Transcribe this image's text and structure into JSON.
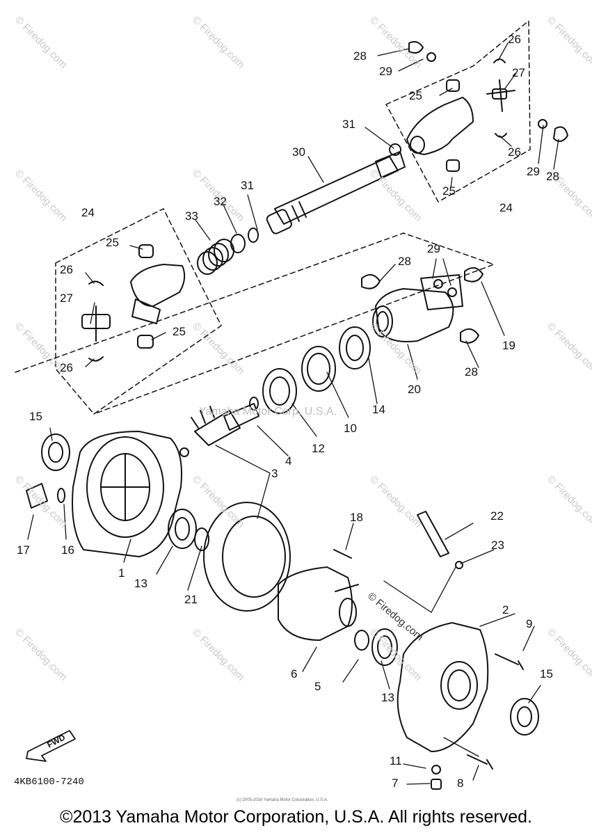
{
  "parts": [
    {
      "id": "n1",
      "text": "1"
    },
    {
      "id": "n2",
      "text": "2"
    },
    {
      "id": "n3",
      "text": "3"
    },
    {
      "id": "n4",
      "text": "4"
    },
    {
      "id": "n5",
      "text": "5"
    },
    {
      "id": "n6",
      "text": "6"
    },
    {
      "id": "n7",
      "text": "7"
    },
    {
      "id": "n8",
      "text": "8"
    },
    {
      "id": "n9",
      "text": "9"
    },
    {
      "id": "n10",
      "text": "10"
    },
    {
      "id": "n11",
      "text": "11"
    },
    {
      "id": "n12",
      "text": "12"
    },
    {
      "id": "n13a",
      "text": "13"
    },
    {
      "id": "n13b",
      "text": "13"
    },
    {
      "id": "n14",
      "text": "14"
    },
    {
      "id": "n15a",
      "text": "15"
    },
    {
      "id": "n15b",
      "text": "15"
    },
    {
      "id": "n16",
      "text": "16"
    },
    {
      "id": "n17",
      "text": "17"
    },
    {
      "id": "n18",
      "text": "18"
    },
    {
      "id": "n19",
      "text": "19"
    },
    {
      "id": "n20",
      "text": "20"
    },
    {
      "id": "n21",
      "text": "21"
    },
    {
      "id": "n22",
      "text": "22"
    },
    {
      "id": "n23",
      "text": "23"
    },
    {
      "id": "n24a",
      "text": "24"
    },
    {
      "id": "n24b",
      "text": "24"
    },
    {
      "id": "n25a",
      "text": "25"
    },
    {
      "id": "n25b",
      "text": "25"
    },
    {
      "id": "n25c",
      "text": "25"
    },
    {
      "id": "n25d",
      "text": "25"
    },
    {
      "id": "n26a",
      "text": "26"
    },
    {
      "id": "n26b",
      "text": "26"
    },
    {
      "id": "n26c",
      "text": "26"
    },
    {
      "id": "n26d",
      "text": "26"
    },
    {
      "id": "n27a",
      "text": "27"
    },
    {
      "id": "n27b",
      "text": "27"
    },
    {
      "id": "n28a",
      "text": "28"
    },
    {
      "id": "n28b",
      "text": "28"
    },
    {
      "id": "n28c",
      "text": "28"
    },
    {
      "id": "n28d",
      "text": "28"
    },
    {
      "id": "n29a",
      "text": "29"
    },
    {
      "id": "n29b",
      "text": "29"
    },
    {
      "id": "n29c",
      "text": "29"
    },
    {
      "id": "n30",
      "text": "30"
    },
    {
      "id": "n31a",
      "text": "31"
    },
    {
      "id": "n31b",
      "text": "31"
    },
    {
      "id": "n32",
      "text": "32"
    },
    {
      "id": "n33",
      "text": "33"
    }
  ],
  "fwd_label": "FWD",
  "diagram_code": "4KB6100-7240",
  "copyright": "©2013 Yamaha Motor Corporation, U.S.A. All rights reserved.",
  "tiny_copyright": "(c) 2005-2016 Yamaha Motor Corporation, U.S.A.",
  "watermark_center": "Yamaha Motor Corp. U.S.A.",
  "watermark_mid": "© Firedog.com",
  "watermark_tile": "© Firedog.com"
}
